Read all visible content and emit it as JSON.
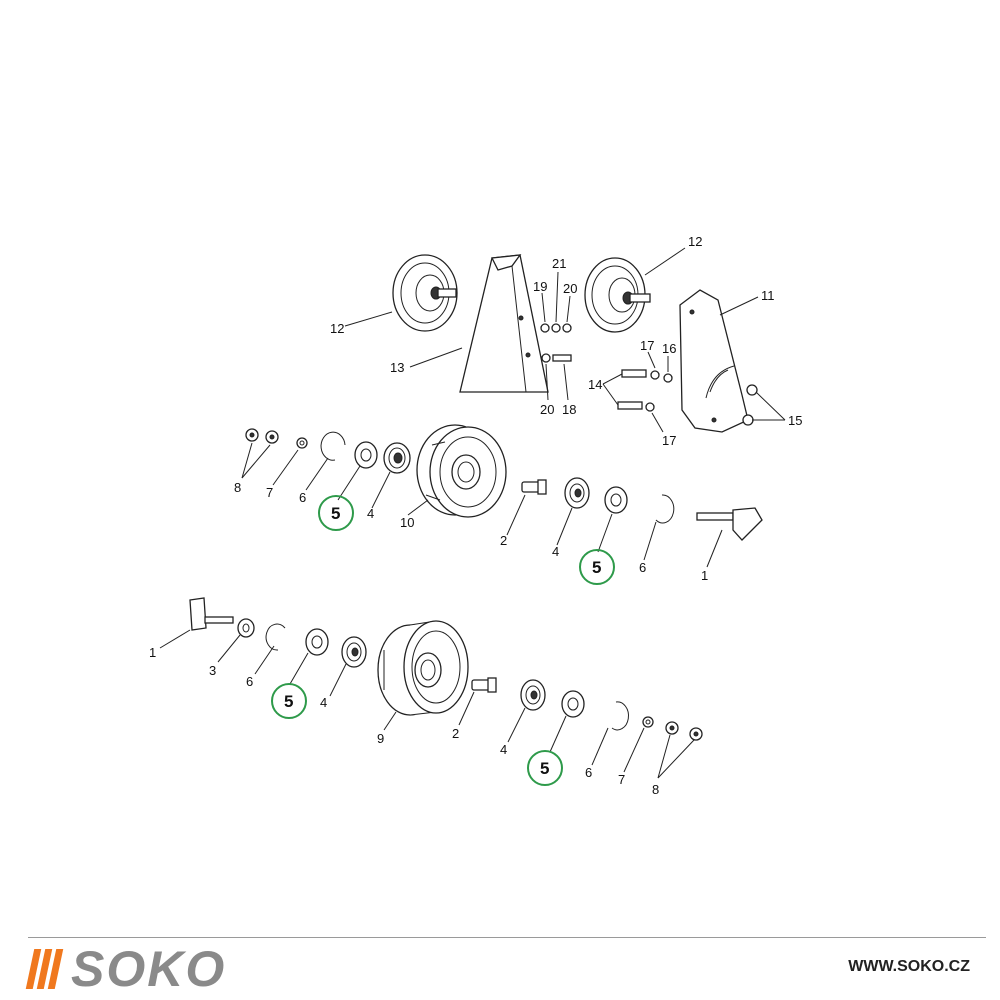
{
  "brand": {
    "name": "SOKO",
    "url": "WWW.SOKO.CZ",
    "accent_color": "#f0781e",
    "text_color": "#8a8a8a"
  },
  "diagram": {
    "highlight_color": "#2e9a4a",
    "labels": {
      "top_12_left": "12",
      "top_12_right": "12",
      "top_13": "13",
      "top_11": "11",
      "top_19": "19",
      "top_21": "21",
      "top_20a": "20",
      "top_20b": "20",
      "top_18": "18",
      "top_17a": "17",
      "top_16": "16",
      "top_14": "14",
      "top_15": "15",
      "top_17b": "17",
      "mid_8": "8",
      "mid_7": "7",
      "mid_6a": "6",
      "mid_5a": "5",
      "mid_4a": "4",
      "mid_10": "10",
      "mid_2": "2",
      "mid_4b": "4",
      "mid_5b": "5",
      "mid_6b": "6",
      "mid_1": "1",
      "low_1": "1",
      "low_3": "3",
      "low_6a": "6",
      "low_5a": "5",
      "low_4a": "4",
      "low_9": "9",
      "low_2": "2",
      "low_4b": "4",
      "low_5b": "5",
      "low_6b": "6",
      "low_7": "7",
      "low_8": "8"
    }
  }
}
